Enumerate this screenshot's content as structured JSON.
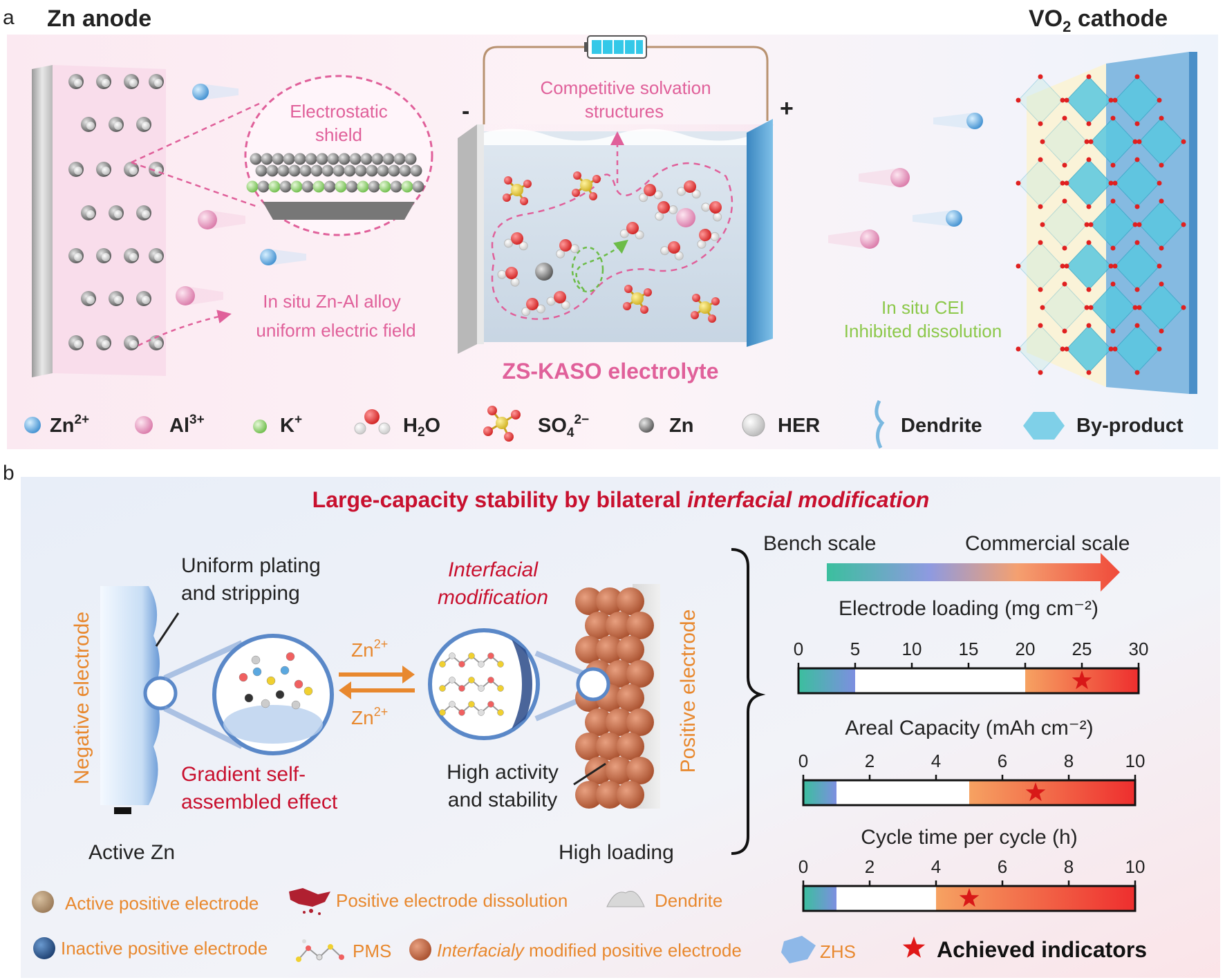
{
  "panel_a": {
    "letter": "a",
    "zn_anode_title": "Zn anode",
    "cathode_title_main": "VO",
    "cathode_title_sub": "2",
    "cathode_title_rest": " cathode",
    "minus_sign": "-",
    "plus_sign": "+",
    "shield_line1": "Electrostatic",
    "shield_line2": "shield",
    "solvation_line1": "Competitive solvation",
    "solvation_line2": "structures",
    "alloy_line1": "In situ Zn-Al alloy",
    "alloy_line2": "uniform electric field",
    "cei_line1": "In situ CEI",
    "cei_line2": "Inhibited dissolution",
    "electrolyte_label": "ZS-KASO electrolyte",
    "legend": {
      "zn2": {
        "base": "Zn",
        "sup": "2+"
      },
      "al3": {
        "base": "Al",
        "sup": "3+"
      },
      "k": {
        "base": "K",
        "sup": "+"
      },
      "h2o": {
        "base": "H",
        "sub": "2",
        "rest": "O"
      },
      "so4": {
        "base": "SO",
        "sub": "4",
        "sup": "2−"
      },
      "zn": "Zn",
      "her": "HER",
      "dendrite": "Dendrite",
      "byproduct": "By-product"
    },
    "colors": {
      "zn2": "#5aa8e0",
      "al3": "#e890b8",
      "k": "#8ccf6a",
      "pink_text": "#e0609a",
      "green_text": "#8cc84a"
    }
  },
  "panel_b": {
    "letter": "b",
    "title_regular": "Large-capacity stability by bilateral ",
    "title_italic": "interfacial modification",
    "uniform_line1": "Uniform plating",
    "uniform_line2": "and stripping",
    "negative_electrode": "Negative electrode",
    "positive_electrode": "Positive electrode",
    "gradient_line1": "Gradient self-",
    "gradient_line2": "assembled effect",
    "active_zn": "Active Zn",
    "interfacial_line1": "Interfacial",
    "interfacial_line2": "modification",
    "zn_ion_base": "Zn",
    "zn_ion_sup": "2+",
    "high_activity_line1": "High activity",
    "high_activity_line2": "and stability",
    "high_loading": "High loading",
    "bench_scale": "Bench scale",
    "commercial_scale": "Commercial scale",
    "legend": {
      "active_positive": "Active positive electrode",
      "positive_dissolution": "Positive electrode dissolution",
      "dendrite": "Dendrite",
      "inactive_positive": "Inactive positive electrode",
      "pms": "PMS",
      "modified_italic": "Interfacialy",
      "modified_rest": " modified positive electrode",
      "zhs": "ZHS",
      "achieved": "Achieved indicators"
    },
    "colors": {
      "orange": "#e8882e",
      "red": "#c8102e"
    }
  },
  "chart_data": [
    {
      "type": "bar",
      "title": "Electrode loading (mg cm⁻²)",
      "ticks": [
        "0",
        "5",
        "10",
        "15",
        "20",
        "25",
        "30"
      ],
      "xlim": [
        0,
        30
      ],
      "bench_segment": [
        0,
        5
      ],
      "commercial_segment": [
        20,
        30
      ],
      "achieved": 25
    },
    {
      "type": "bar",
      "title": "Areal Capacity (mAh cm⁻²)",
      "ticks": [
        "0",
        "2",
        "4",
        "6",
        "8",
        "10"
      ],
      "xlim": [
        0,
        10
      ],
      "bench_segment": [
        0,
        1
      ],
      "commercial_segment": [
        5,
        10
      ],
      "achieved": 7
    },
    {
      "type": "bar",
      "title": "Cycle time per cycle (h)",
      "ticks": [
        "0",
        "2",
        "4",
        "6",
        "8",
        "10"
      ],
      "xlim": [
        0,
        10
      ],
      "bench_segment": [
        0,
        1
      ],
      "commercial_segment": [
        4,
        10
      ],
      "achieved": 5
    }
  ]
}
